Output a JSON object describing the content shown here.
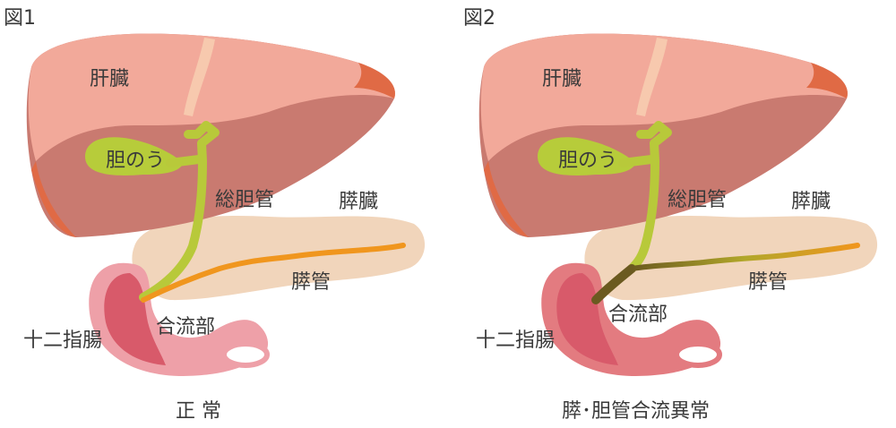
{
  "figures": [
    {
      "figure_label": "図1",
      "caption": "正 常",
      "labels": {
        "liver": "肝臓",
        "gallbladder": "胆のう",
        "common_bile_duct": "総胆管",
        "pancreas": "膵臓",
        "pancreatic_duct": "膵管",
        "confluence": "合流部",
        "duodenum": "十二指腸"
      }
    },
    {
      "figure_label": "図2",
      "caption": "膵･胆管合流異常",
      "labels": {
        "liver": "肝臓",
        "gallbladder": "胆のう",
        "common_bile_duct": "総胆管",
        "pancreas": "膵臓",
        "pancreatic_duct": "膵管",
        "confluence": "合流部",
        "duodenum": "十二指腸"
      }
    }
  ],
  "colors": {
    "liver_light": "#f2a99a",
    "liver_dark": "#c97a70",
    "liver_edge": "#e06a45",
    "gallbladder": "#b7cc3a",
    "bile_duct": "#b8c93a",
    "pancreas": "#f1d5bb",
    "pancreatic_duct": "#f0961e",
    "duodenum": "#eea0a8",
    "duodenum_inner": "#d85a6a",
    "duodenum_anomaly": "#e37b80",
    "confluence_anomaly": "#6b5a20"
  }
}
